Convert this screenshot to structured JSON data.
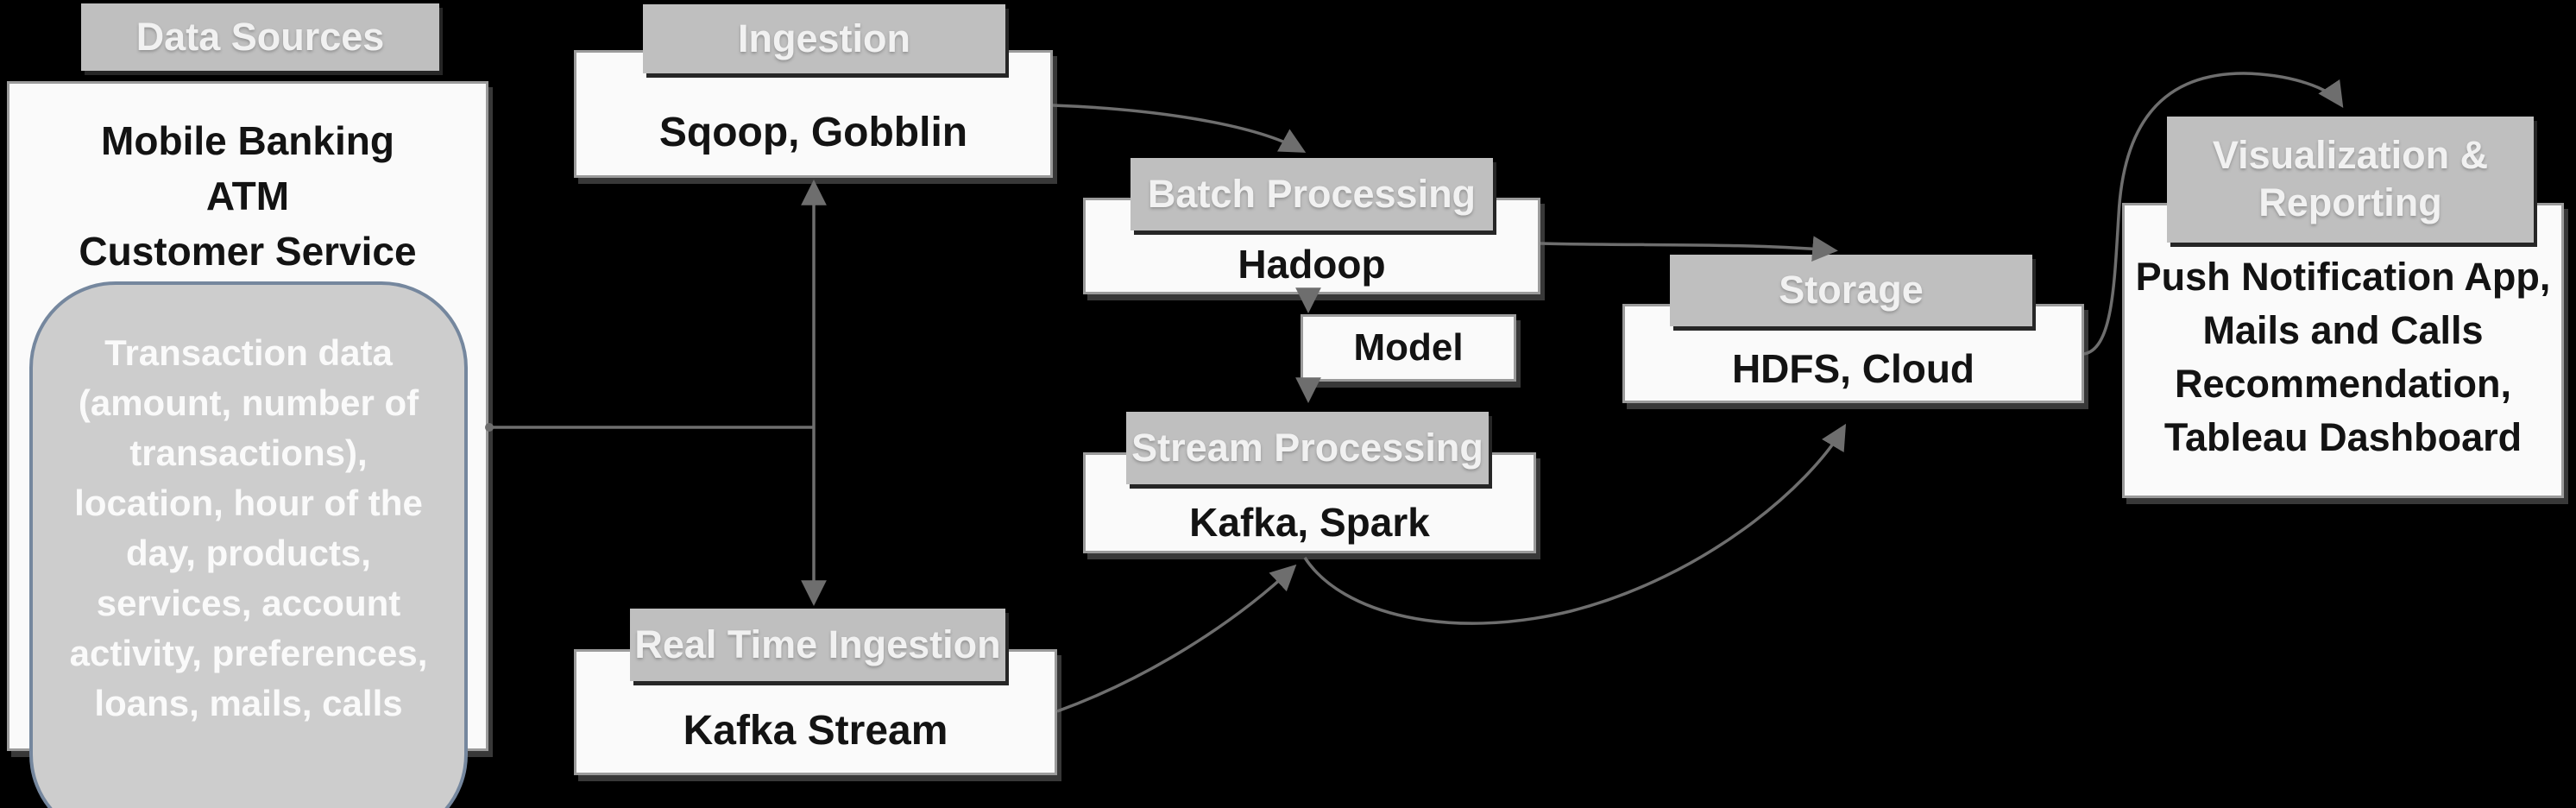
{
  "diagram": {
    "title": "Big data banking pipeline flow diagram",
    "colors": {
      "background": "#000000",
      "header_bg": "#bfbfbf",
      "header_text": "#f1f1f1",
      "box_bg": "#fafafa",
      "box_border": "#9b9b9b",
      "box_text": "#131313",
      "rounded_fill": "#cdcdcd",
      "rounded_border": "#75879e",
      "rounded_text": "#fafafa",
      "connector": "#6e6e6e"
    },
    "nodes": {
      "data_sources": {
        "header": "Data Sources",
        "body": "Mobile Banking\nATM\nCustomer Service",
        "detail": "Transaction data\n(amount, number of\ntransactions),\nlocation, hour of the\nday, products,\nservices, account\nactivity, preferences,\nloans, mails, calls"
      },
      "ingestion": {
        "header": "Ingestion",
        "body": "Sqoop, Gobblin"
      },
      "real_time_ingestion": {
        "header": "Real Time Ingestion",
        "body": "Kafka Stream"
      },
      "batch_processing": {
        "header": "Batch Processing",
        "body": "Hadoop"
      },
      "model": {
        "body": "Model"
      },
      "stream_processing": {
        "header": "Stream Processing",
        "body": "Kafka, Spark"
      },
      "storage": {
        "header": "Storage",
        "body": "HDFS, Cloud"
      },
      "visualization": {
        "header": "Visualization &\nReporting",
        "body": "Push Notification App,\nMails and Calls\nRecommendation,\nTableau Dashboard"
      }
    },
    "edges": [
      "Data Sources -> Ingestion / Real Time Ingestion (tee connector)",
      "Ingestion <-> Real Time Ingestion (double arrow)",
      "Ingestion -> Batch Processing",
      "Batch Processing -> Storage",
      "Batch Processing (Hadoop) -> Model",
      "Model -> Stream Processing",
      "Real Time Ingestion -> Stream Processing",
      "Stream Processing -> Storage",
      "Storage -> Visualization & Reporting"
    ]
  }
}
